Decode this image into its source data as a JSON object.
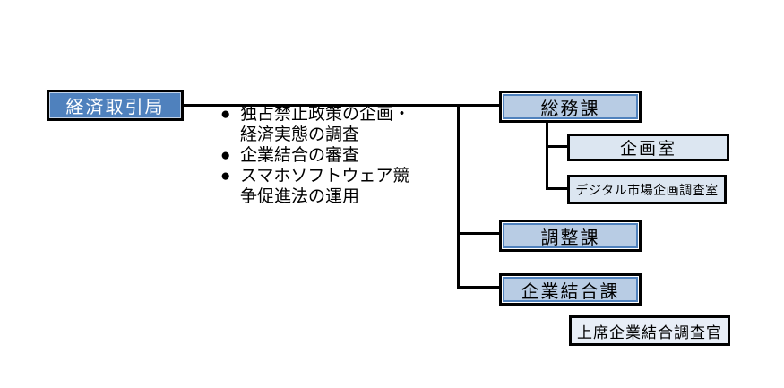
{
  "org": {
    "bureau": {
      "label": "経済取引局"
    },
    "notes": {
      "bullet": "●",
      "items": [
        "独占禁止政策の企画・経済実態の調査",
        "企業結合の審査",
        "スマホソフトウェア競争促進法の運用"
      ]
    },
    "divisions": {
      "general_affairs": {
        "label": "総務課"
      },
      "coordination": {
        "label": "調整課"
      },
      "merger": {
        "label": "企業結合課"
      }
    },
    "offices": {
      "planning": {
        "label": "企画室"
      },
      "digital_market": {
        "label": "デジタル市場企画調査室"
      },
      "senior_merger_investigator": {
        "label": "上席企業結合調査官"
      }
    }
  },
  "colors": {
    "bureau_fill": "#4F81BD",
    "bureau_text": "#FFFFFF",
    "division_fill": "#B8CCE4",
    "division_inner_border": "#4F81BD",
    "office_fill": "#DCE6F1",
    "senior_box_fill": "#E8EEF7",
    "border_and_lines": "#000000",
    "background": "#FFFFFF"
  }
}
